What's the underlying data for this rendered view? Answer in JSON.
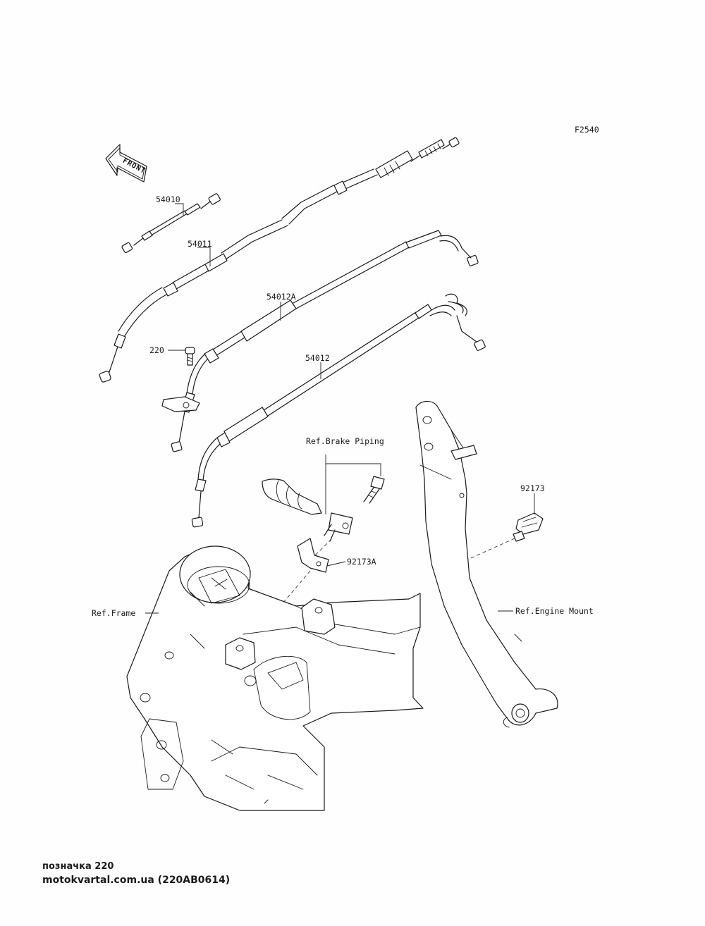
{
  "diagram": {
    "figure_code": "F2540",
    "front_label": "FRONT",
    "parts": [
      {
        "id": "54010",
        "label": "54010"
      },
      {
        "id": "54011",
        "label": "54011"
      },
      {
        "id": "54012A",
        "label": "54012A"
      },
      {
        "id": "54012",
        "label": "54012"
      },
      {
        "id": "220",
        "label": "220"
      },
      {
        "id": "92173",
        "label": "92173"
      },
      {
        "id": "92173A",
        "label": "92173A"
      }
    ],
    "references": {
      "brake_piping": "Ref.Brake Piping",
      "frame": "Ref.Frame",
      "engine_mount": "Ref.Engine Mount"
    }
  },
  "footer": {
    "caption": "позначка 220",
    "site": "motokvartal.com.ua (220AB0614)"
  }
}
